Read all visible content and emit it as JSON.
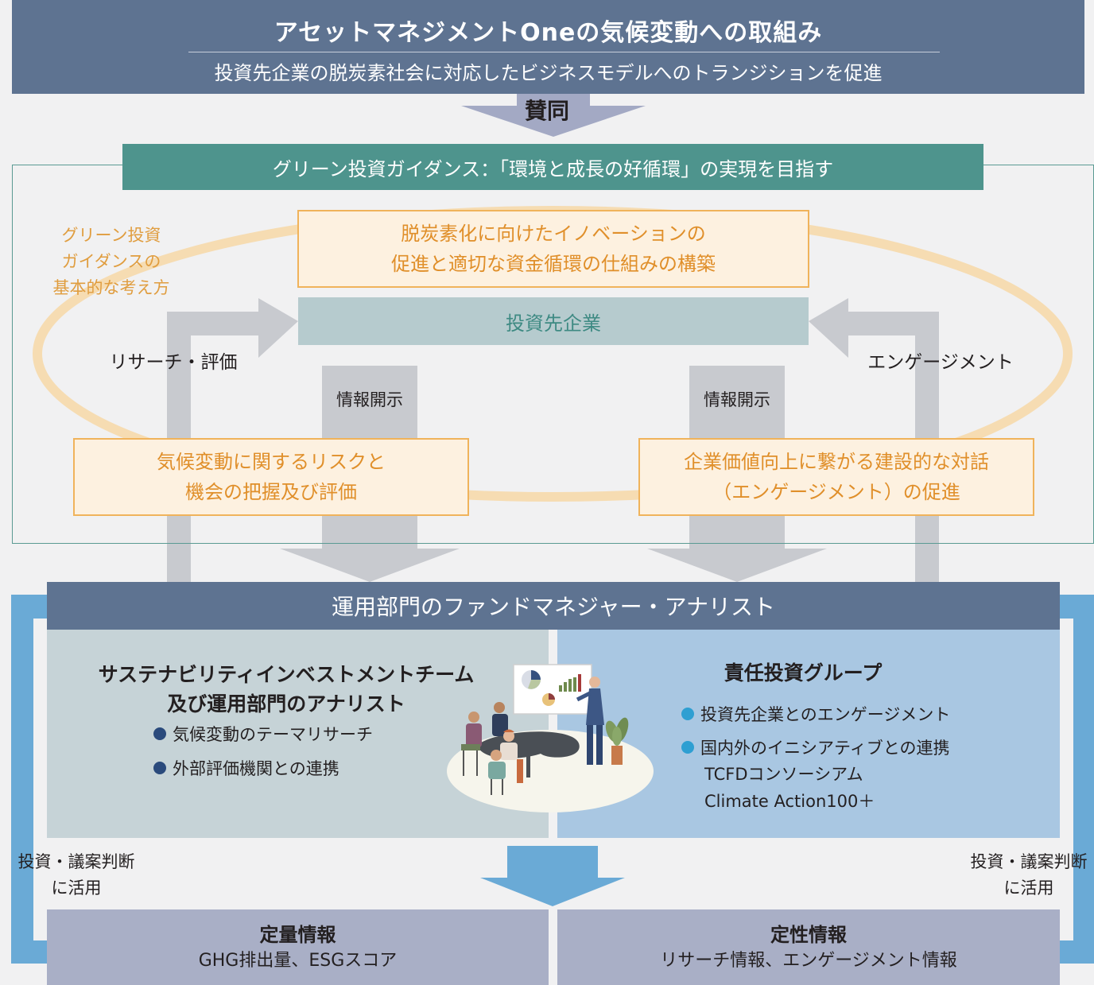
{
  "header": {
    "title": "アセットマネジメントOneの気候変動への取組み",
    "subtitle": "投資先企業の脱炭素社会に対応したビジネスモデルへのトランジションを促進"
  },
  "agree_label": "賛同",
  "guidance": {
    "banner": "グリーン投資ガイダンス：「環境と成長の好循環」の実現を目指す",
    "ring_label": [
      "グリーン投資",
      "ガイダンスの",
      "基本的な考え方"
    ],
    "innovation": [
      "脱炭素化に向けたイノベーションの",
      "促進と適切な資金循環の仕組みの構築"
    ],
    "risk": [
      "気候変動に関するリスクと",
      "機会の把握及び評価"
    ],
    "dialog": [
      "企業価値向上に繋がる建設的な対話",
      "（エンゲージメント）の促進"
    ],
    "investee": "投資先企業",
    "research_label": "リサーチ・評価",
    "engagement_label": "エンゲージメント",
    "disclosure_left": "情報開示",
    "disclosure_right": "情報開示"
  },
  "fund_managers": {
    "band": "運用部門のファンドマネジャー・アナリスト",
    "left_panel": {
      "title": [
        "サステナビリティインベストメントチーム",
        "及び運用部門のアナリスト"
      ],
      "bullets": [
        "気候変動のテーマリサーチ",
        "外部評価機関との連携"
      ]
    },
    "right_panel": {
      "title": "責任投資グループ",
      "bullets": [
        "投資先企業とのエンゲージメント",
        "国内外のイニシアティブとの連携"
      ],
      "sub_lines": [
        "TCFDコンソーシアム",
        "Climate Action100＋"
      ]
    }
  },
  "use_label": {
    "left": [
      "投資・議案判断",
      "に活用"
    ],
    "right": [
      "投資・議案判断",
      "に活用"
    ]
  },
  "info": {
    "quantitative": {
      "title": "定量情報",
      "body": "GHG排出量、ESGスコア"
    },
    "qualitative": {
      "title": "定性情報",
      "body": "リサーチ情報、エンゲージメント情報"
    }
  },
  "colors": {
    "navy": "#5e7391",
    "teal": "#4e948d",
    "orange": "#e08f2a",
    "orange_fill": "#fdf1e0",
    "gray_arrow": "#c8cacf",
    "blue_arrow": "#6aaad6"
  }
}
